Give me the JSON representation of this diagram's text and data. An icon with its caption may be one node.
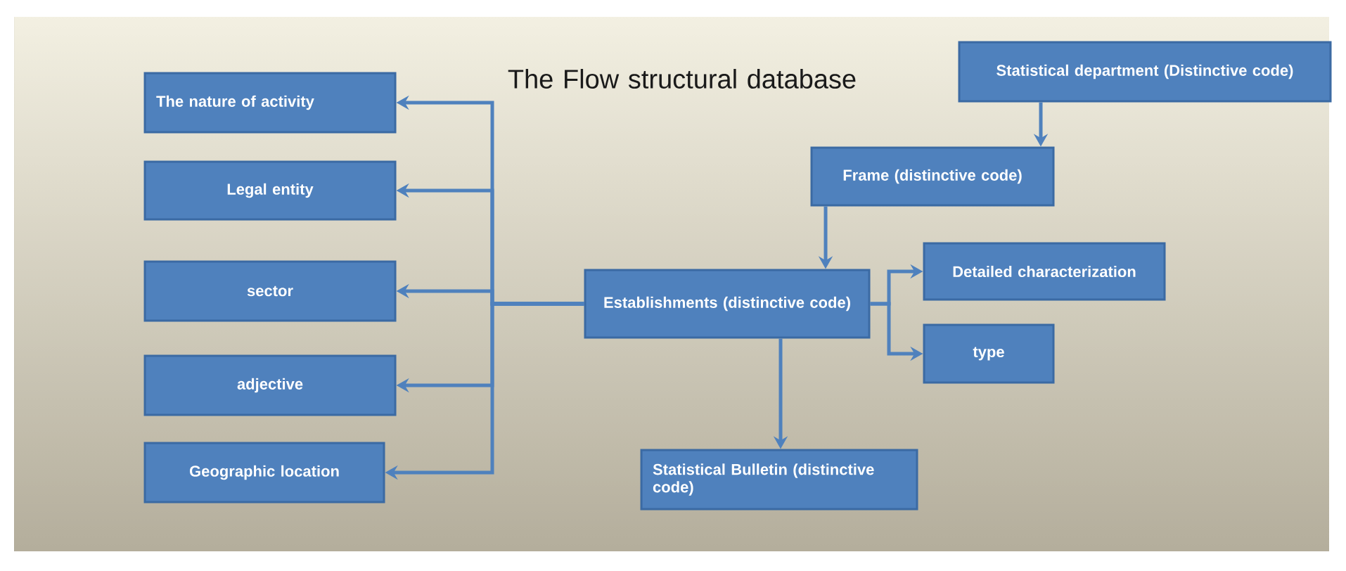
{
  "diagram": {
    "title": "The Flow structural database",
    "nodes": [
      {
        "text": [
          "Statistical department (Distinctive code)"
        ]
      },
      {
        "text": [
          "Frame (distinctive code)"
        ]
      },
      {
        "text": [
          "Establishments (distinctive code)"
        ]
      },
      {
        "text": [
          "Detailed characterization"
        ]
      },
      {
        "text": [
          "type"
        ]
      },
      {
        "text": [
          "Statistical Bulletin (distinctive code)"
        ]
      },
      {
        "text": [
          "The nature of activity"
        ]
      },
      {
        "text": [
          "Legal entity"
        ]
      },
      {
        "text": [
          "sector"
        ]
      },
      {
        "text": [
          "adjective"
        ]
      },
      {
        "text": [
          "Geographic location"
        ]
      }
    ],
    "edges": [
      {
        "from": 0,
        "to": 1,
        "arrow": "to"
      },
      {
        "from": 1,
        "to": 2,
        "arrow": "to"
      },
      {
        "from": 2,
        "to": 3,
        "arrow": "to"
      },
      {
        "from": 2,
        "to": 4,
        "arrow": "to"
      },
      {
        "from": 2,
        "to": 5,
        "arrow": "to"
      },
      {
        "from": 2,
        "to": 6,
        "arrow": "to"
      },
      {
        "from": 2,
        "to": 7,
        "arrow": "to"
      },
      {
        "from": 2,
        "to": 8,
        "arrow": "to"
      },
      {
        "from": 2,
        "to": 9,
        "arrow": "to"
      },
      {
        "from": 2,
        "to": 10,
        "arrow": "to"
      }
    ]
  }
}
